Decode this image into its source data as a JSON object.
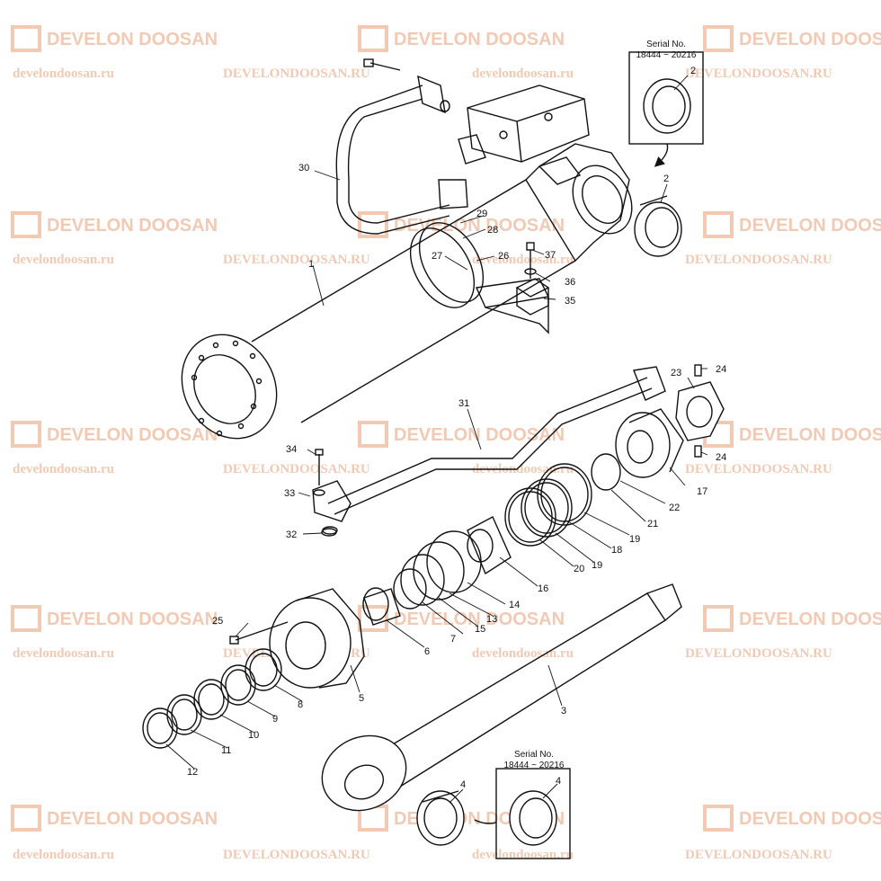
{
  "watermark": {
    "brand": "DEVELON DOOSAN",
    "url_lower": "develondoosan.ru",
    "url_upper": "DEVELONDOOSAN.RU",
    "color": "#f2c9b3"
  },
  "serial_boxes": [
    {
      "title": "Serial No.",
      "range": "18444 ~ 20216",
      "part": "2"
    },
    {
      "title": "Serial No.",
      "range": "18444 ~ 20216",
      "part": "4"
    }
  ],
  "labels": {
    "p1": "1",
    "p2a": "2",
    "p2b": "2",
    "p3": "3",
    "p4": "4",
    "p5": "5",
    "p6": "6",
    "p7": "7",
    "p8": "8",
    "p9": "9",
    "p10": "10",
    "p11": "11",
    "p12": "12",
    "p13": "13",
    "p14": "14",
    "p15": "15",
    "p16": "16",
    "p17": "17",
    "p18": "18",
    "p19a": "19",
    "p19b": "19",
    "p20": "20",
    "p21": "21",
    "p22": "22",
    "p23": "23",
    "p24a": "24",
    "p24b": "24",
    "p25": "25",
    "p26": "26",
    "p27": "27",
    "p28": "28",
    "p29": "29",
    "p30": "30",
    "p31": "31",
    "p32": "32",
    "p33": "33",
    "p34": "34",
    "p35": "35",
    "p36": "36",
    "p37": "37"
  }
}
